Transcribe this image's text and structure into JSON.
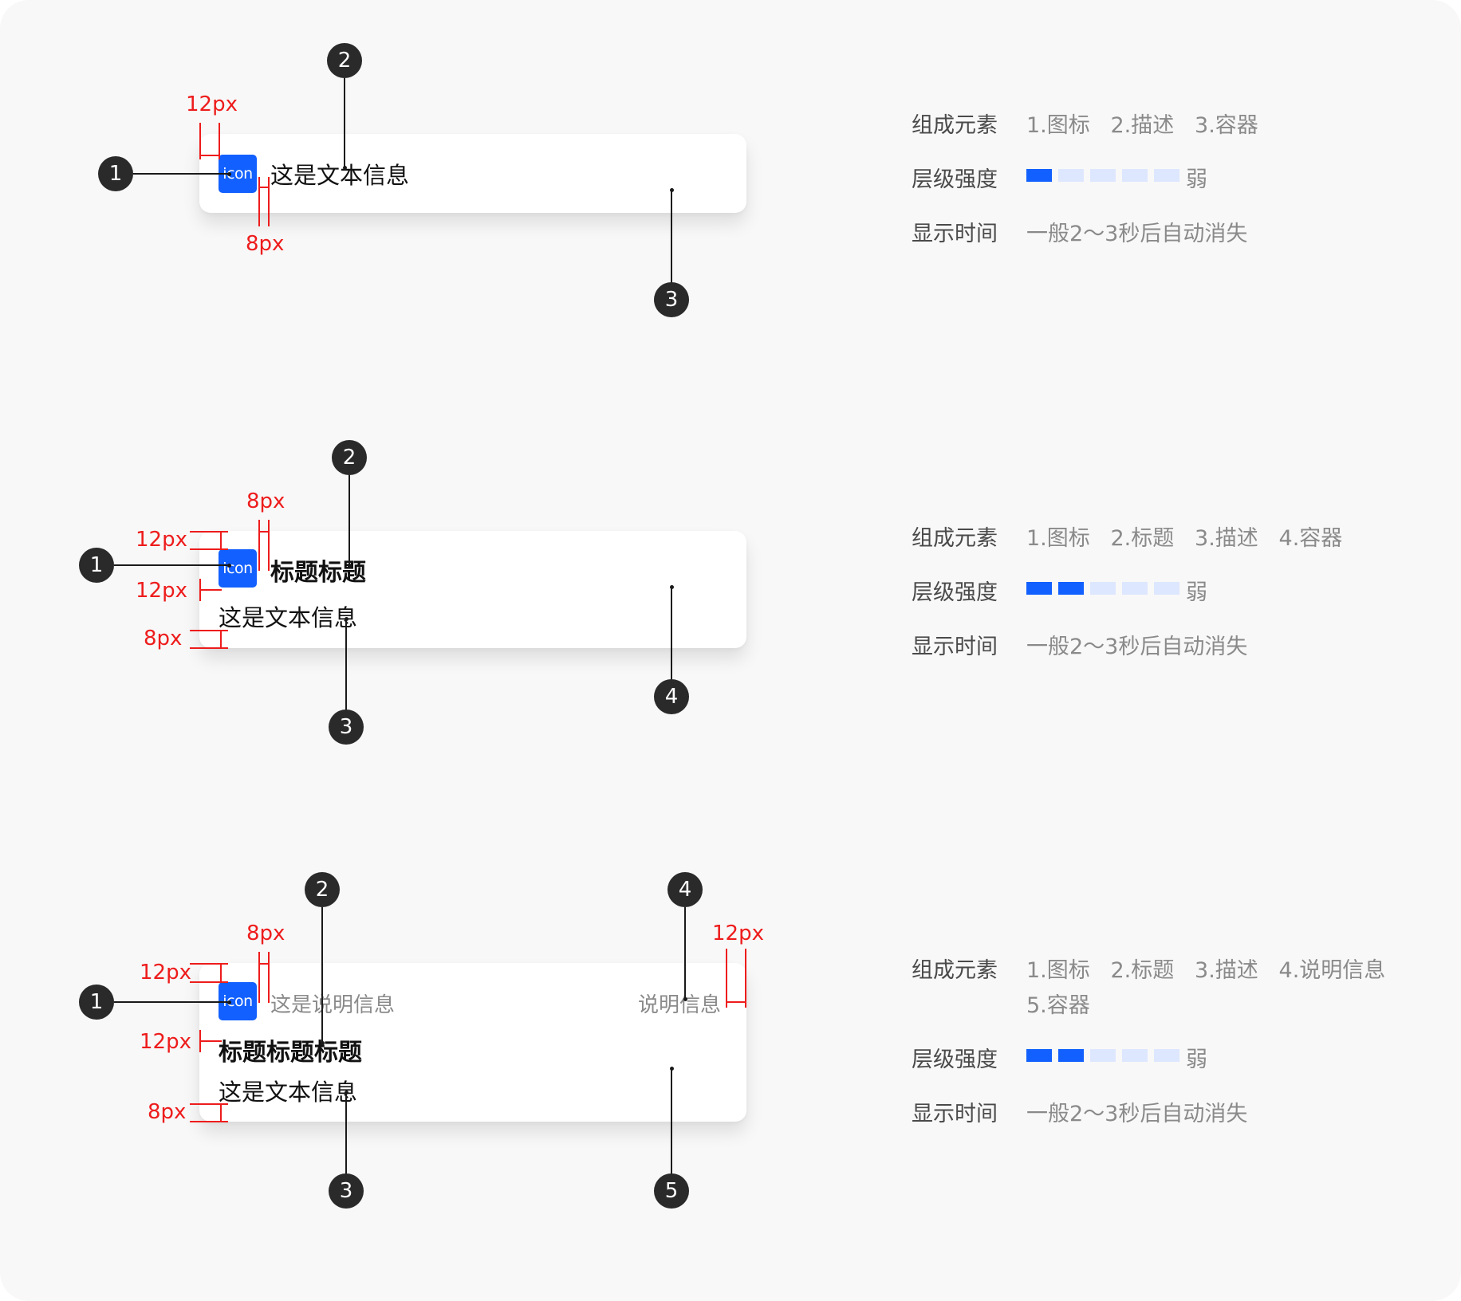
{
  "sections": [
    {
      "icon_label": "icon",
      "description": "这是文本信息",
      "badges": [
        "1",
        "2",
        "3"
      ],
      "spacing": [
        "12px",
        "8px"
      ],
      "info": {
        "components_label": "组成元素",
        "components": "1.图标   2.描述   3.容器",
        "level_label": "层级强度",
        "level_filled": 1,
        "level_total": 5,
        "level_word": "弱",
        "time_label": "显示时间",
        "time": "一般2～3秒后自动消失"
      }
    },
    {
      "icon_label": "icon",
      "title": "标题标题",
      "description": "这是文本信息",
      "badges": [
        "1",
        "2",
        "3",
        "4"
      ],
      "spacing": [
        "8px",
        "12px",
        "12px",
        "8px"
      ],
      "info": {
        "components_label": "组成元素",
        "components": "1.图标   2.标题   3.描述   4.容器",
        "level_label": "层级强度",
        "level_filled": 2,
        "level_total": 5,
        "level_word": "弱",
        "time_label": "显示时间",
        "time": "一般2～3秒后自动消失"
      }
    },
    {
      "icon_label": "icon",
      "note": "这是说明信息",
      "note_right": "说明信息",
      "title": "标题标题标题",
      "description": "这是文本信息",
      "badges": [
        "1",
        "2",
        "3",
        "4",
        "5"
      ],
      "spacing": [
        "8px",
        "12px",
        "12px",
        "12px",
        "8px"
      ],
      "info": {
        "components_label": "组成元素",
        "components_line1": "1.图标   2.标题   3.描述   4.说明信息",
        "components_line2": "5.容器",
        "level_label": "层级强度",
        "level_filled": 2,
        "level_total": 5,
        "level_word": "弱",
        "time_label": "显示时间",
        "time": "一般2～3秒后自动消失"
      }
    }
  ],
  "colors": {
    "accent": "#1260ff",
    "accent_light": "#dde7ff",
    "annotation_red": "#ee1c1c",
    "badge": "#2a2a2a"
  }
}
